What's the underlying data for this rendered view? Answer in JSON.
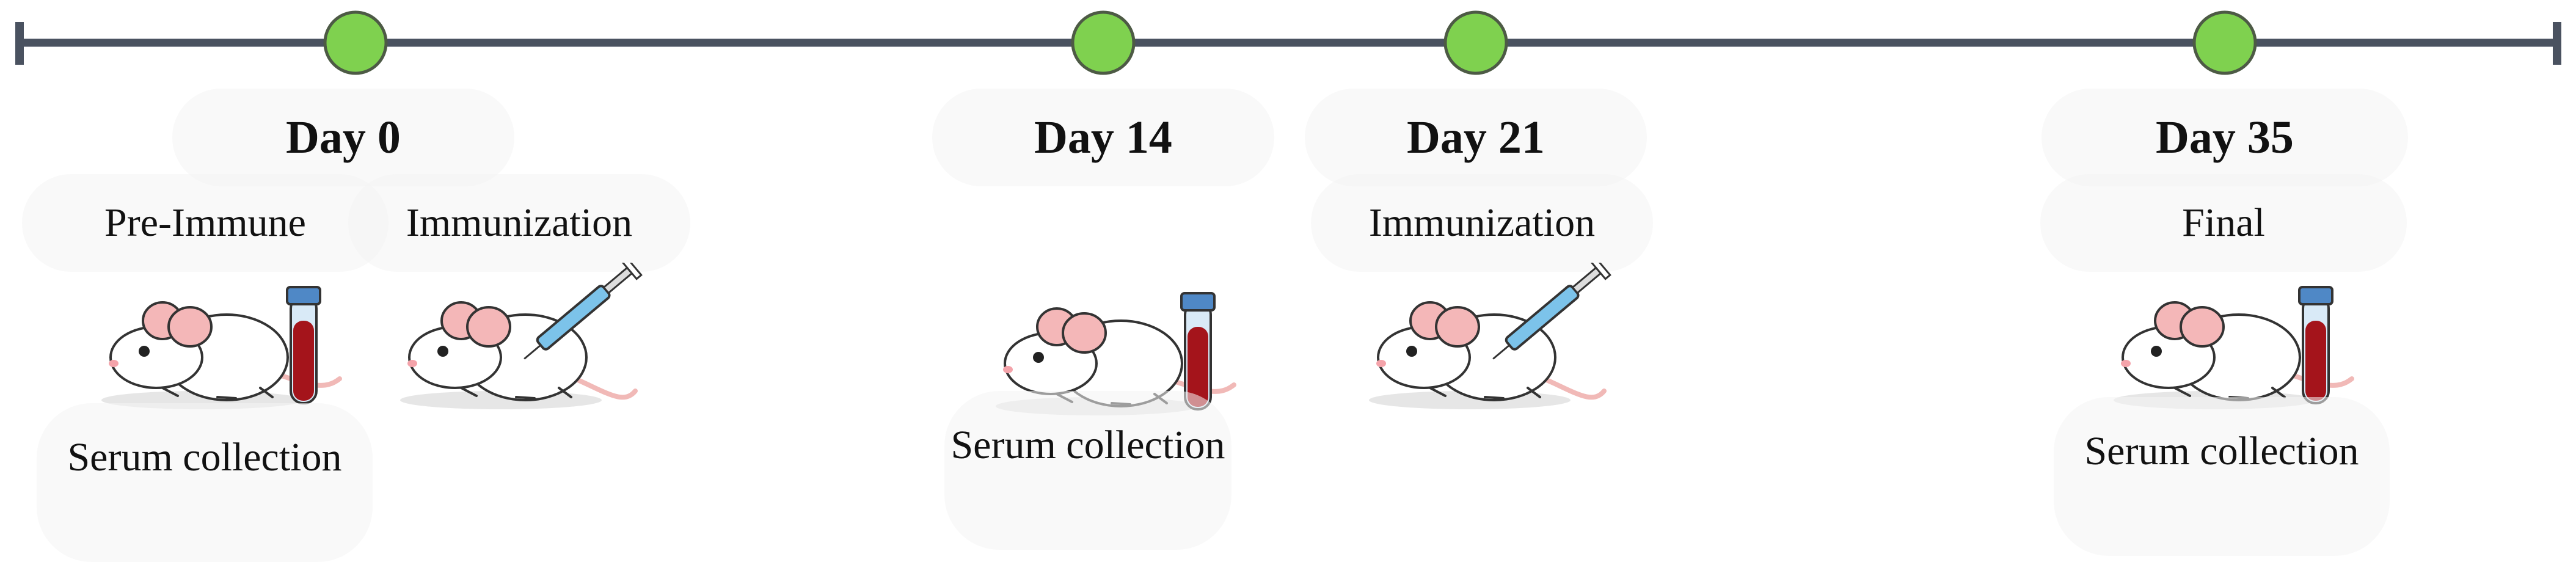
{
  "timeline": {
    "line_color": "#4a5260",
    "node_fill": "#7fd14f",
    "node_stroke": "#4d5a45"
  },
  "events": [
    {
      "day": "Day 0",
      "actions": [
        {
          "label": "Pre-Immune",
          "picture": "mouse-blood-tube",
          "caption": "Serum collection"
        },
        {
          "label": "Immunization",
          "picture": "mouse-syringe"
        }
      ]
    },
    {
      "day": "Day 14",
      "actions": [
        {
          "picture": "mouse-blood-tube",
          "caption": "Serum collection"
        }
      ]
    },
    {
      "day": "Day 21",
      "actions": [
        {
          "label": "Immunization",
          "picture": "mouse-syringe"
        }
      ]
    },
    {
      "day": "Day 35",
      "actions": [
        {
          "label": "Final",
          "picture": "mouse-blood-tube",
          "caption": "Serum collection"
        }
      ]
    }
  ],
  "colors": {
    "mouse_body": "#ffffff",
    "mouse_ear": "#f4b7b8",
    "blood": "#a4141b",
    "tube_cap": "#4f88c6",
    "syringe": "#7cc3ea"
  }
}
